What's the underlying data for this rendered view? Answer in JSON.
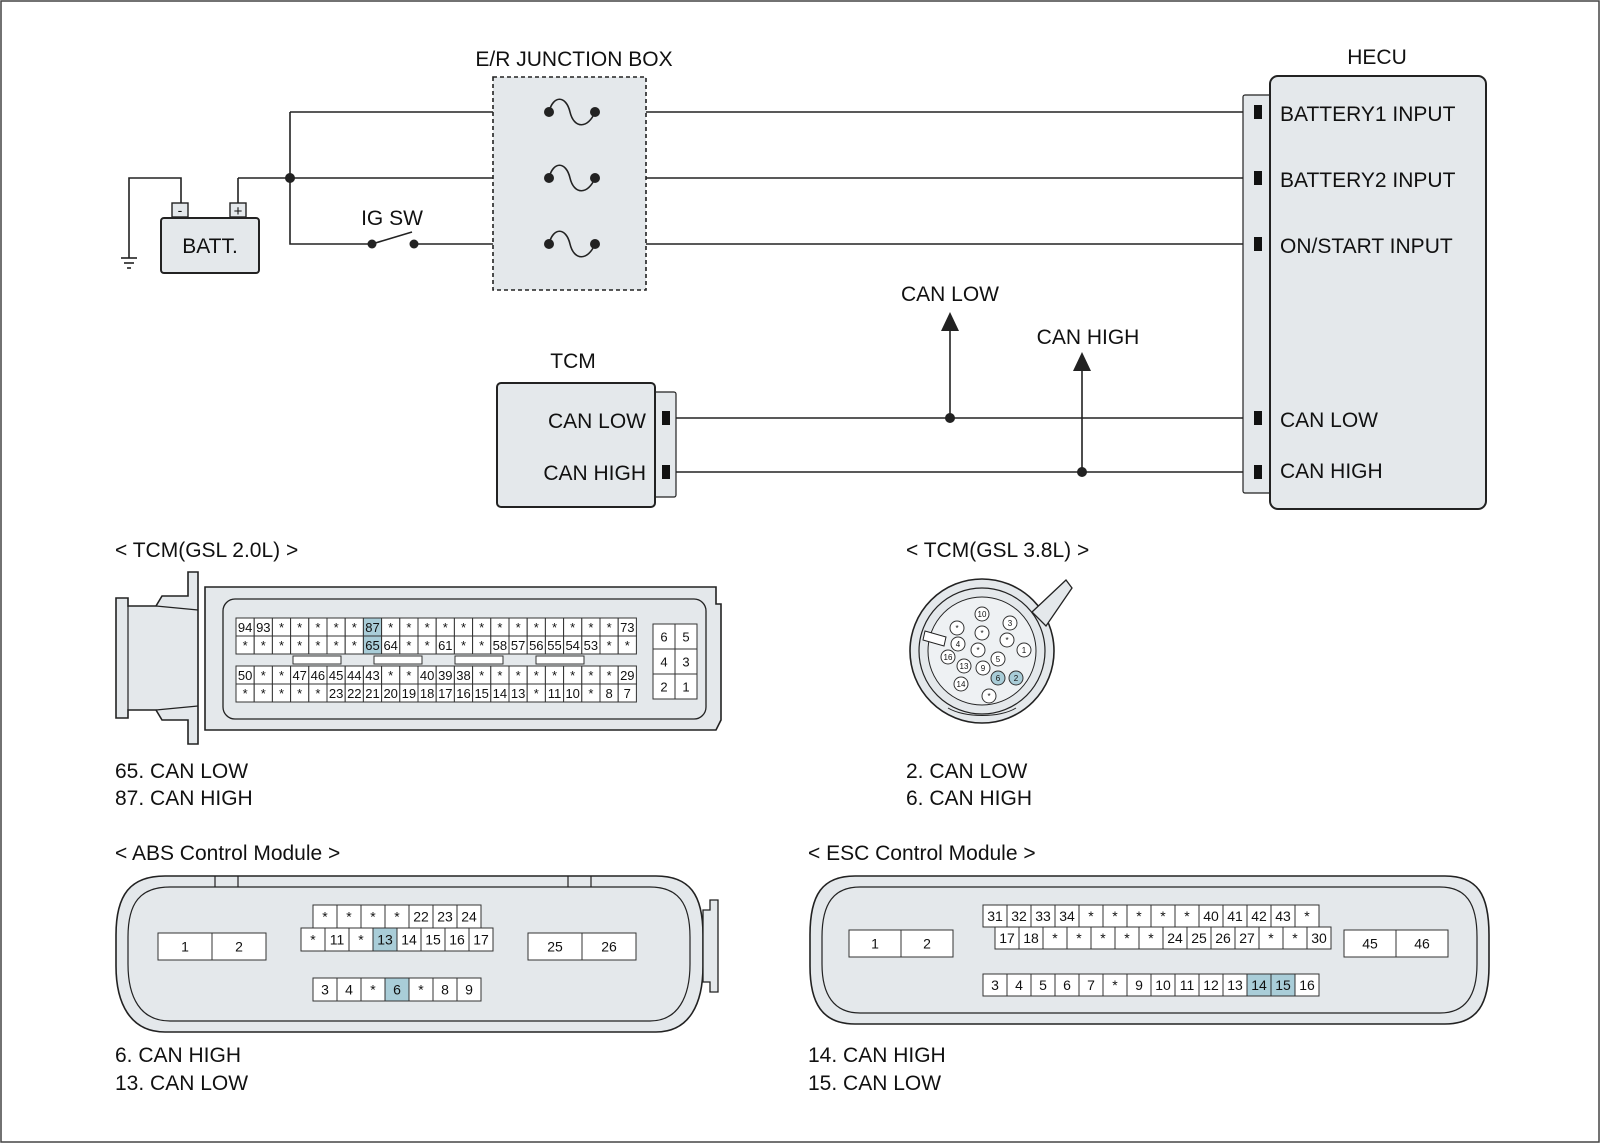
{
  "colors": {
    "housing": "#e4e8eb",
    "highlight": "#a9cdd8",
    "line": "#222222"
  },
  "circuit": {
    "junction_box": "E/R JUNCTION BOX",
    "hecu": "HECU",
    "hecu_pins": [
      "BATTERY1 INPUT",
      "BATTERY2 INPUT",
      "ON/START INPUT",
      "CAN LOW",
      "CAN HIGH"
    ],
    "battery": "BATT.",
    "battery_minus": "-",
    "battery_plus": "+",
    "ig_sw": "IG SW",
    "tcm": "TCM",
    "tcm_pins": [
      "CAN LOW",
      "CAN HIGH"
    ],
    "arrow_can_low": "CAN LOW",
    "arrow_can_high": "CAN HIGH"
  },
  "tcm20": {
    "title": "< TCM(GSL 2.0L) >",
    "rows": [
      [
        "94",
        "93",
        "*",
        "*",
        "*",
        "*",
        "*",
        "87",
        "*",
        "*",
        "*",
        "*",
        "*",
        "*",
        "*",
        "*",
        "*",
        "*",
        "*",
        "*",
        "*",
        "73"
      ],
      [
        "*",
        "*",
        "*",
        "*",
        "*",
        "*",
        "*",
        "65",
        "64",
        "*",
        "*",
        "61",
        "*",
        "*",
        "58",
        "57",
        "56",
        "55",
        "54",
        "53",
        "*",
        "*"
      ],
      [
        "50",
        "*",
        "*",
        "47",
        "46",
        "45",
        "44",
        "43",
        "*",
        "*",
        "40",
        "39",
        "38",
        "*",
        "*",
        "*",
        "*",
        "*",
        "*",
        "*",
        "*",
        "29"
      ],
      [
        "*",
        "*",
        "*",
        "*",
        "*",
        "23",
        "22",
        "21",
        "20",
        "19",
        "18",
        "17",
        "16",
        "15",
        "14",
        "13",
        "*",
        "11",
        "10",
        "*",
        "8",
        "7"
      ]
    ],
    "side": [
      [
        "6",
        "5"
      ],
      [
        "4",
        "3"
      ],
      [
        "2",
        "1"
      ]
    ],
    "highlight": [
      "87",
      "65"
    ],
    "notes": [
      "65. CAN LOW",
      "87. CAN HIGH"
    ]
  },
  "tcm38": {
    "title": "< TCM(GSL 3.8L) >",
    "pins": [
      "10",
      "3",
      "*",
      "*",
      "*",
      "4",
      "1",
      "16",
      "*",
      "5",
      "13",
      "9",
      "6",
      "2",
      "14",
      "*"
    ],
    "highlight": [
      "6",
      "2"
    ],
    "notes": [
      "2. CAN LOW",
      "6. CAN HIGH"
    ]
  },
  "abs": {
    "title": "< ABS Control Module >",
    "row1": [
      "*",
      "*",
      "*",
      "*",
      "22",
      "23",
      "24"
    ],
    "row2": [
      "*",
      "11",
      "*",
      "13",
      "14",
      "15",
      "16",
      "17"
    ],
    "row3": [
      "3",
      "4",
      "*",
      "6",
      "*",
      "8",
      "9"
    ],
    "left": [
      "1",
      "2"
    ],
    "right": [
      "25",
      "26"
    ],
    "highlight": [
      "13",
      "6"
    ],
    "notes": [
      "6. CAN HIGH",
      "13. CAN LOW"
    ]
  },
  "esc": {
    "title": "< ESC Control Module >",
    "row1": [
      "31",
      "32",
      "33",
      "34",
      "*",
      "*",
      "*",
      "*",
      "*",
      "40",
      "41",
      "42",
      "43",
      "*"
    ],
    "row2": [
      "17",
      "18",
      "*",
      "*",
      "*",
      "*",
      "*",
      "24",
      "25",
      "26",
      "27",
      "*",
      "*",
      "30"
    ],
    "row3": [
      "3",
      "4",
      "5",
      "6",
      "7",
      "*",
      "9",
      "10",
      "11",
      "12",
      "13",
      "14",
      "15",
      "16"
    ],
    "left": [
      "1",
      "2"
    ],
    "right": [
      "45",
      "46"
    ],
    "highlight": [
      "14",
      "15"
    ],
    "notes": [
      "14. CAN HIGH",
      "15. CAN LOW"
    ]
  }
}
